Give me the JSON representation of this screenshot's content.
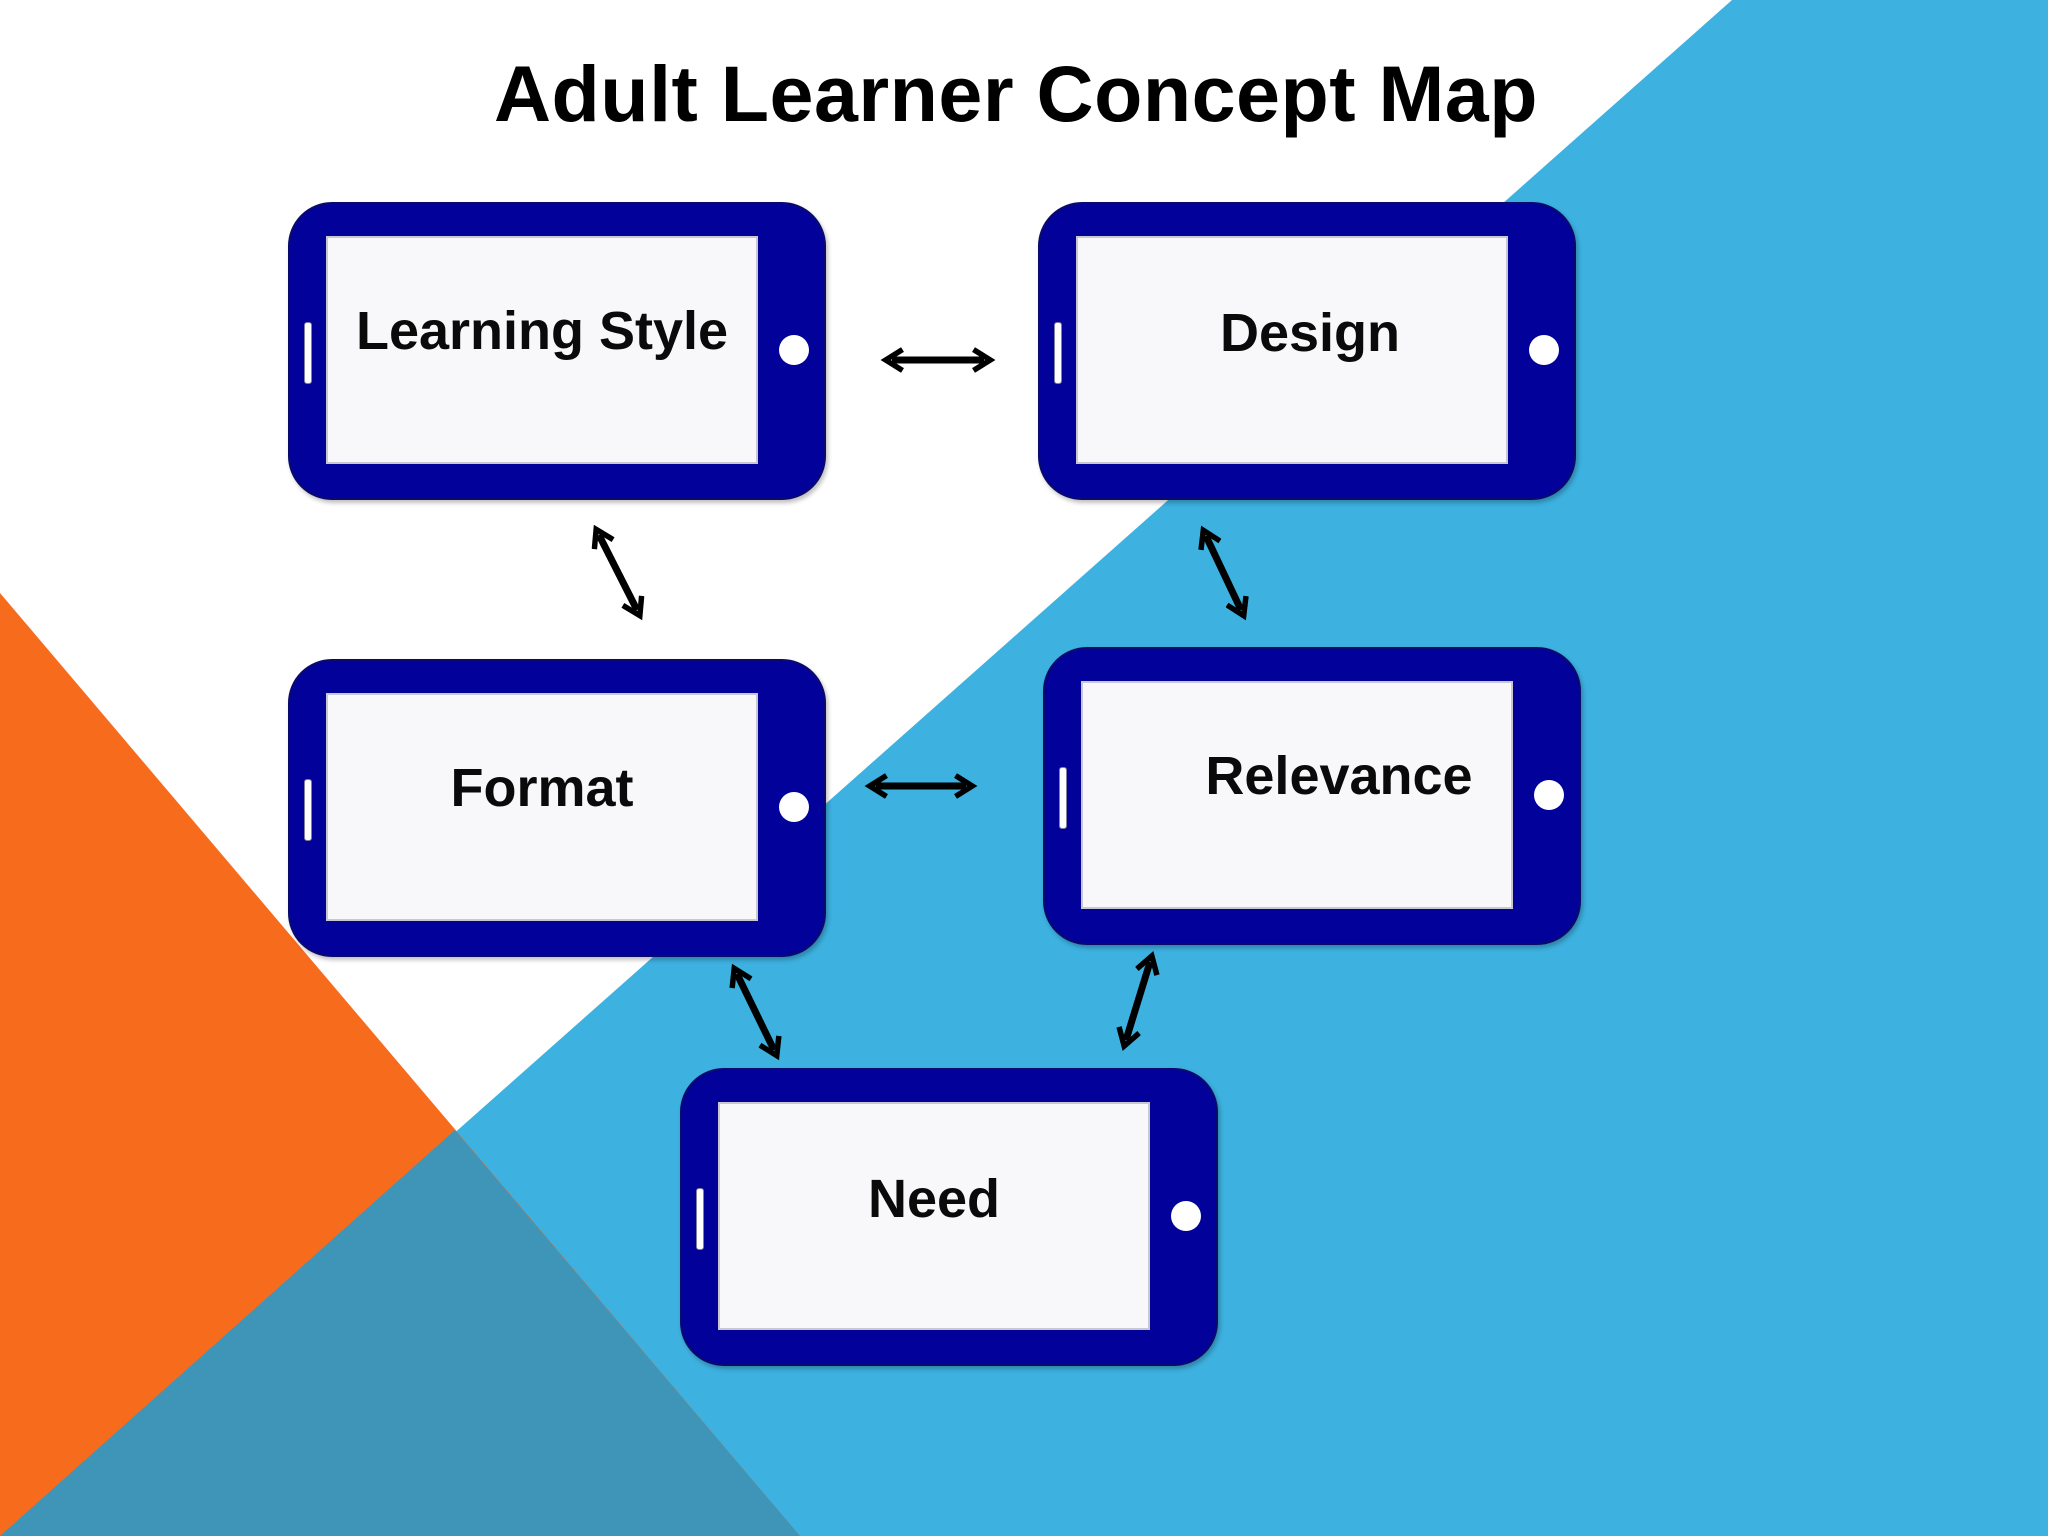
{
  "title": "Adult Learner Concept Map",
  "colors": {
    "orange": "#f76b1d",
    "light_blue": "#3db1e0",
    "overlap_blue": "#3f95b8",
    "phone_body": "#02029a",
    "screen": "#f8f8fa"
  },
  "nodes": {
    "learning_style": "Learning Style",
    "design": "Design",
    "format": "Format",
    "relevance": "Relevance",
    "need": "Need"
  },
  "edges": [
    {
      "from": "learning_style",
      "to": "design",
      "type": "bidirectional"
    },
    {
      "from": "learning_style",
      "to": "format",
      "type": "bidirectional"
    },
    {
      "from": "design",
      "to": "relevance",
      "type": "bidirectional"
    },
    {
      "from": "format",
      "to": "relevance",
      "type": "bidirectional"
    },
    {
      "from": "format",
      "to": "need",
      "type": "bidirectional"
    },
    {
      "from": "relevance",
      "to": "need",
      "type": "bidirectional"
    }
  ]
}
